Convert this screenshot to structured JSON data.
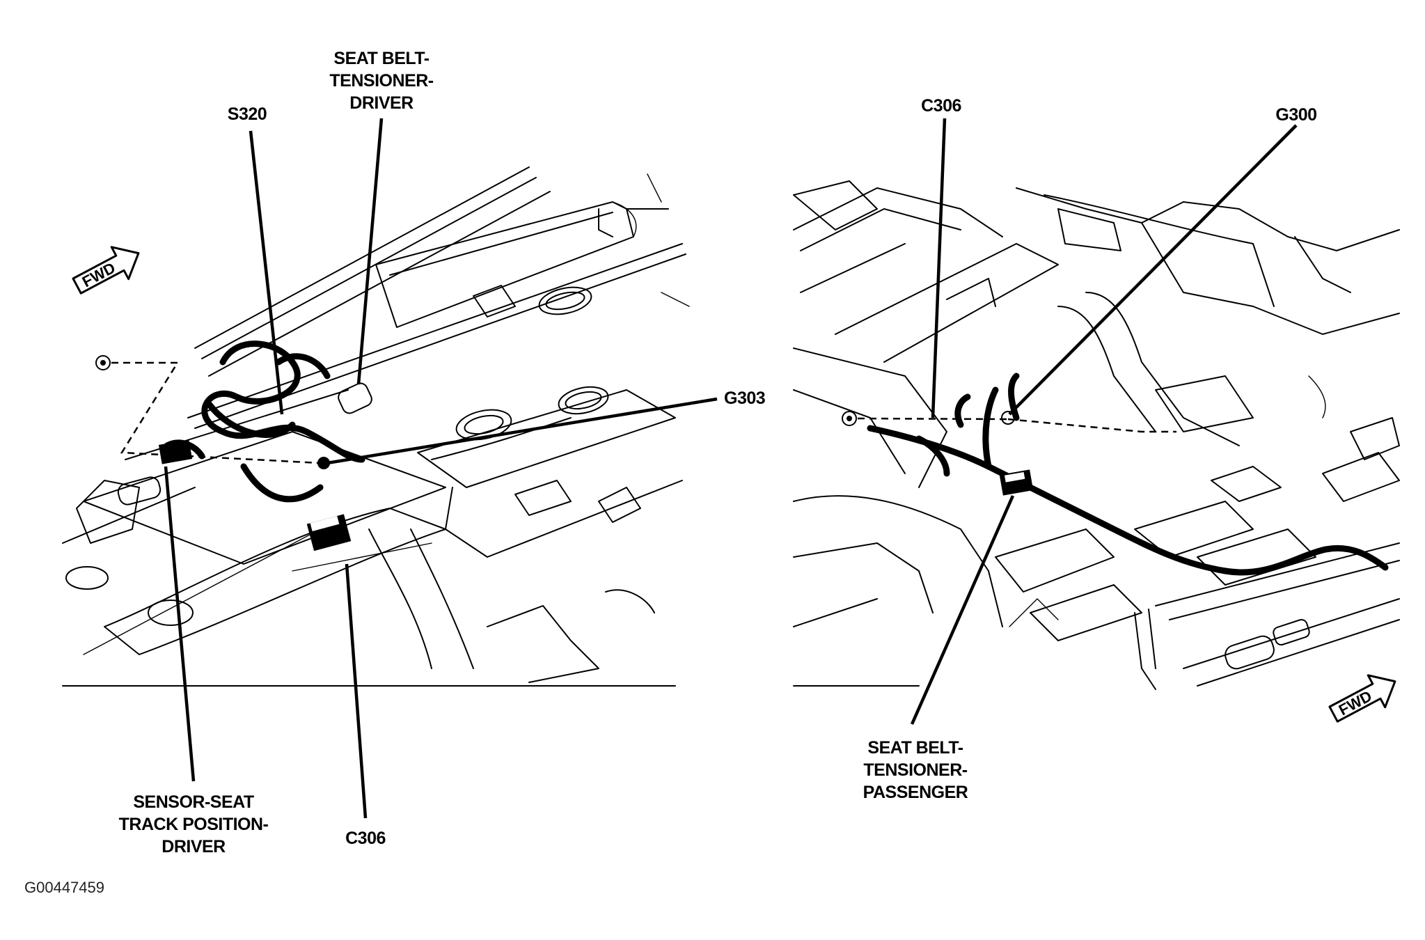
{
  "left_view": {
    "labels": {
      "seat_belt_tensioner_driver": [
        "SEAT BELT-",
        "TENSIONER-",
        "DRIVER"
      ],
      "s320": "S320",
      "g303": "G303",
      "sensor_seat_track": [
        "SENSOR-SEAT",
        "TRACK POSITION-",
        "DRIVER"
      ],
      "c306": "C306"
    },
    "fwd_label": "FWD"
  },
  "right_view": {
    "labels": {
      "c306": "C306",
      "g300": "G300",
      "seat_belt_tensioner_passenger": [
        "SEAT BELT-",
        "TENSIONER-",
        "PASSENGER"
      ]
    },
    "fwd_label": "FWD"
  },
  "figure_id": "G00447459"
}
